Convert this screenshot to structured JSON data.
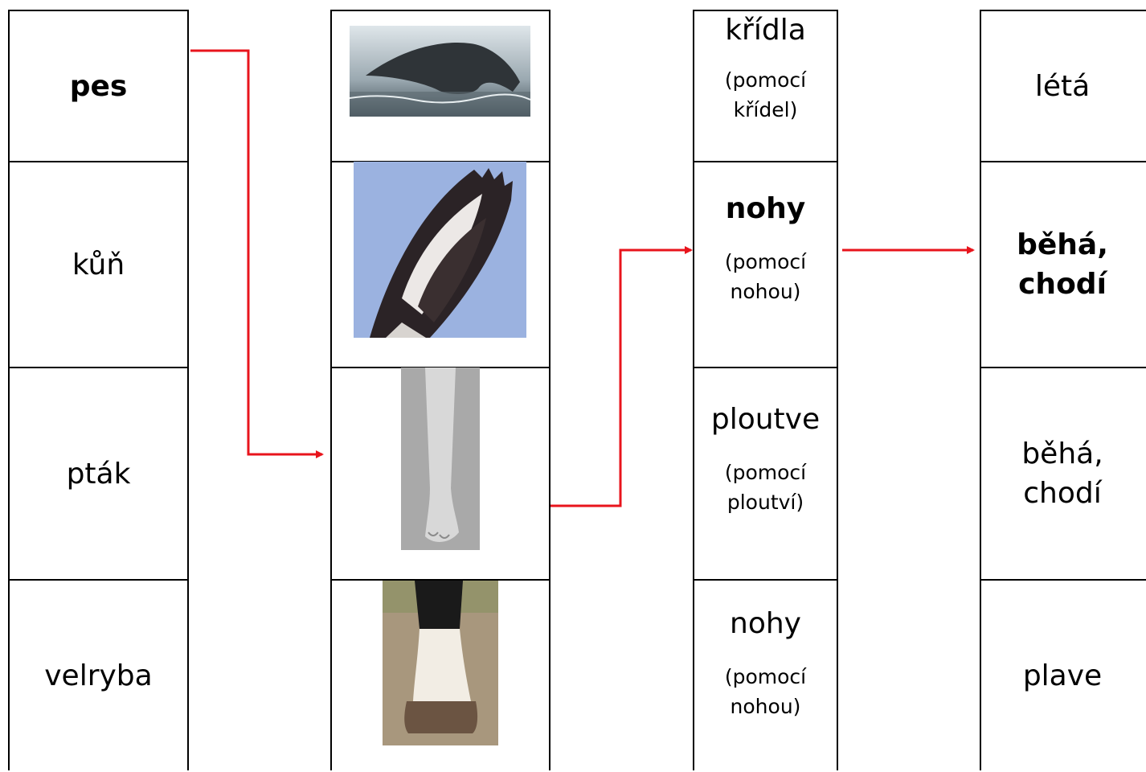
{
  "animals": [
    {
      "label": "pes",
      "bold": true
    },
    {
      "label": "kůň",
      "bold": false
    },
    {
      "label": "pták",
      "bold": false
    },
    {
      "label": "velryba",
      "bold": false
    }
  ],
  "body_parts": [
    {
      "icon": "whale-tail-icon"
    },
    {
      "icon": "bird-wing-icon"
    },
    {
      "icon": "dog-leg-icon"
    },
    {
      "icon": "horse-hoof-icon"
    }
  ],
  "organs": [
    {
      "word": "křídla",
      "note": "(pomocí křídel)",
      "bold": false
    },
    {
      "word": "nohy",
      "note": "(pomocí nohou)",
      "bold": true
    },
    {
      "word": "ploutve",
      "note": "(pomocí ploutví)",
      "bold": false
    },
    {
      "word": "nohy",
      "note": "(pomocí nohou)",
      "bold": false
    }
  ],
  "movements": [
    {
      "label": "létá",
      "bold": false
    },
    {
      "label": "běhá, chodí",
      "bold": true
    },
    {
      "label": "běhá, chodí",
      "bold": false
    },
    {
      "label": "plave",
      "bold": false
    }
  ],
  "colors": {
    "arrow": "#e8141c",
    "border": "#000000"
  }
}
